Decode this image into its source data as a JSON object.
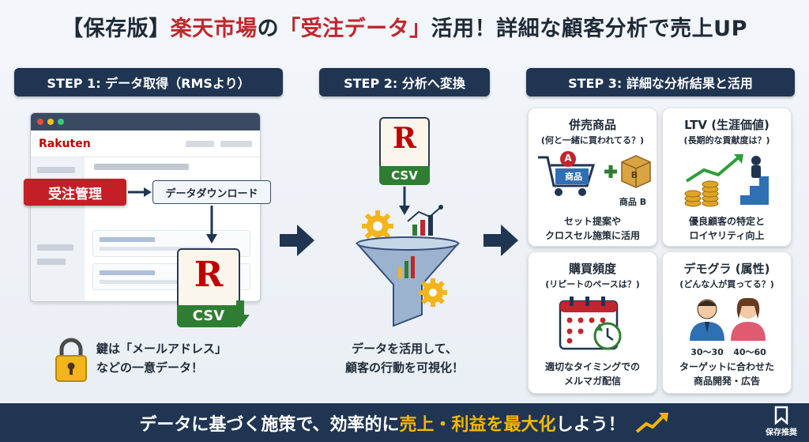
{
  "title": {
    "prefix": "【保存版】",
    "red1": "楽天市場",
    "mid": "の",
    "red2": "「受注データ」",
    "suffix": "活用！詳細な顧客分析で売上UP"
  },
  "steps": {
    "s1": "STEP 1: データ取得（RMSより）",
    "s2": "STEP 2: 分析へ変換",
    "s3": "STEP 3: 詳細な分析結果と活用"
  },
  "step1": {
    "brand": "Rakuten",
    "order_label": "受注管理",
    "download_label": "データダウンロード",
    "csv": "CSV",
    "r": "R",
    "key_line1": "鍵は「メールアドレス」",
    "key_line2": "などの一意データ！"
  },
  "step2": {
    "csv": "CSV",
    "r": "R",
    "line1": "データを活用して、",
    "line2": "顧客の行動を可視化！"
  },
  "cards": {
    "c1": {
      "title": "併売商品",
      "sub": "(何と一緒に買われてる？)",
      "a_label": "A",
      "a_item": "商品",
      "b_label": "B",
      "b_item": "商品 B",
      "desc1": "セット提案や",
      "desc2": "クロスセル施策に活用"
    },
    "c2": {
      "title": "LTV (生涯価値)",
      "sub": "(長期的な貢献度は？)",
      "desc1": "優良顧客の特定と",
      "desc2": "ロイヤリティ向上"
    },
    "c3": {
      "title": "購買頻度",
      "sub": "(リピートのペースは？)",
      "desc1": "適切なタイミングでの",
      "desc2": "メルマガ配信"
    },
    "c4": {
      "title": "デモグラ (属性)",
      "sub": "(どんな人が買ってる？)",
      "age1": "30〜30",
      "age2": "40〜60",
      "desc1": "ターゲットに合わせた",
      "desc2": "商品開発・広告"
    }
  },
  "footer": {
    "part1": "データに基づく施策で、効率的に",
    "hl": "売上・利益を最大化",
    "part2": "しよう！",
    "save": "保存推奨"
  },
  "colors": {
    "navy": "#1f3552",
    "red": "#c0262d",
    "green": "#2e7d32",
    "gold": "#f5b800"
  }
}
